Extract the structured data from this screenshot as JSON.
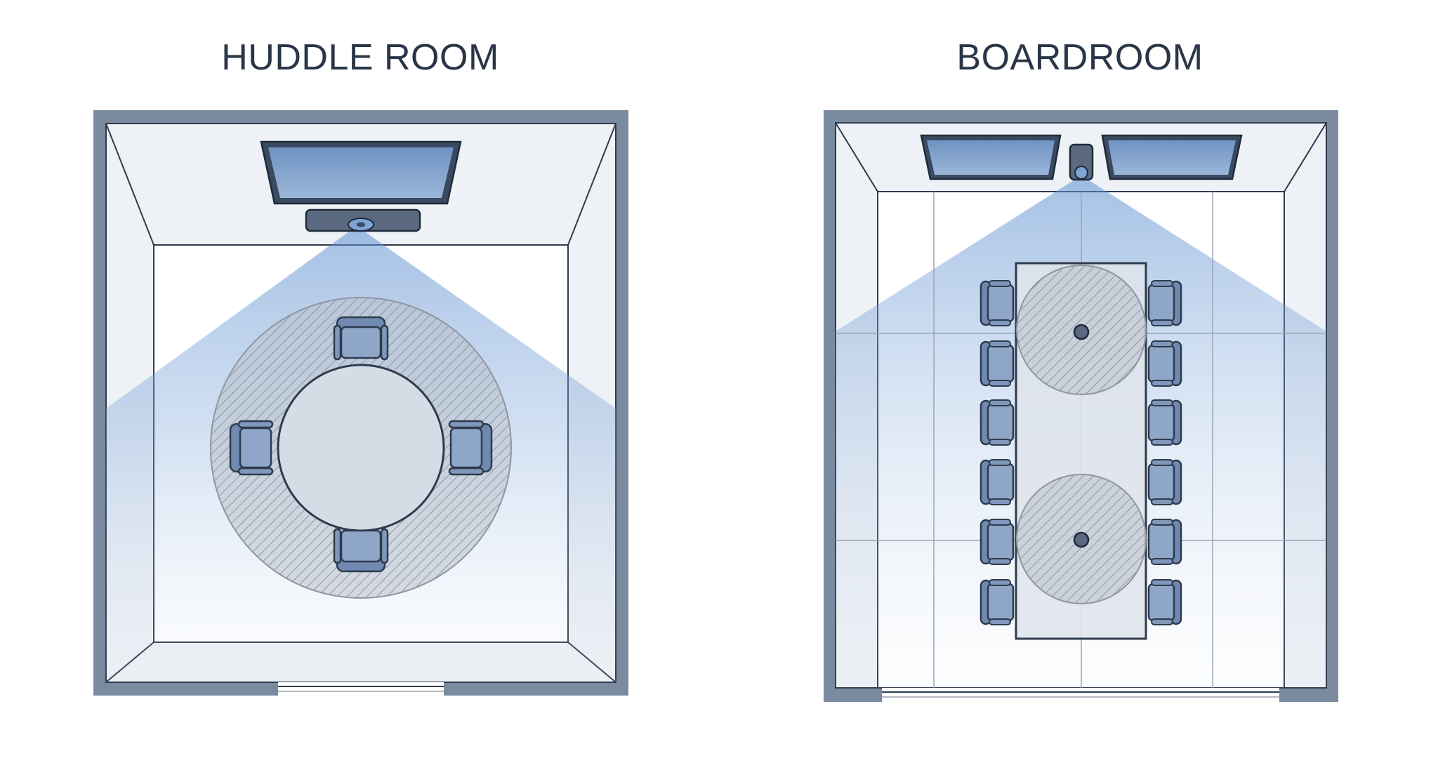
{
  "huddle": {
    "title": "HUDDLE ROOM",
    "chairs": 4,
    "colors": {
      "wall": "#7a8ba0",
      "floor": "#ffffff",
      "wall_face": "#eef1f5",
      "display": "#7f9ec4",
      "camera_beam": "#5b8ed0",
      "chair": "#7f97bb",
      "hatch": "#9aa3ad"
    },
    "icons": [
      "display-icon",
      "camera-bar-icon",
      "round-table-icon",
      "chair-icon",
      "door-icon"
    ]
  },
  "boardroom": {
    "title": "BOARDROOM",
    "chairs_per_side": 6,
    "displays": 2,
    "ceiling_mics": 2,
    "icons": [
      "display-icon",
      "camera-icon",
      "table-icon",
      "chair-icon",
      "microphone-icon",
      "door-icon"
    ]
  }
}
